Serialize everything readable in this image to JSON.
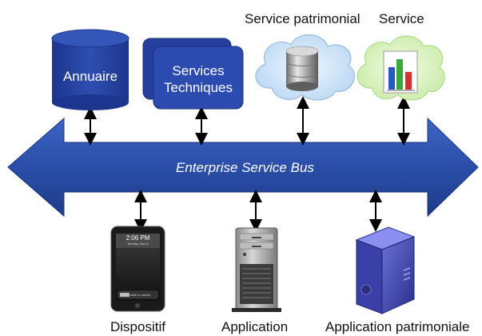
{
  "top_services": {
    "annuaire": "Annuaire",
    "services_techniques": "Services Techniques",
    "service_patrimonial": "Service patrimonial",
    "service": "Service"
  },
  "bus": {
    "label": "Enterprise Service Bus"
  },
  "devices": {
    "dispositif": "Dispositif",
    "application": "Application",
    "application_patrimoniale": "Application patrimoniale"
  },
  "phone_screen": {
    "time": "2:06 PM",
    "date": "Sunday, Nov 6",
    "slide": "slide to unlock"
  },
  "colors": {
    "bus_blue": "#2a4ea8",
    "shape_blue": "#263f9c",
    "cloud_blue": "#cfe3f7",
    "cloud_green": "#dcf2c4"
  }
}
